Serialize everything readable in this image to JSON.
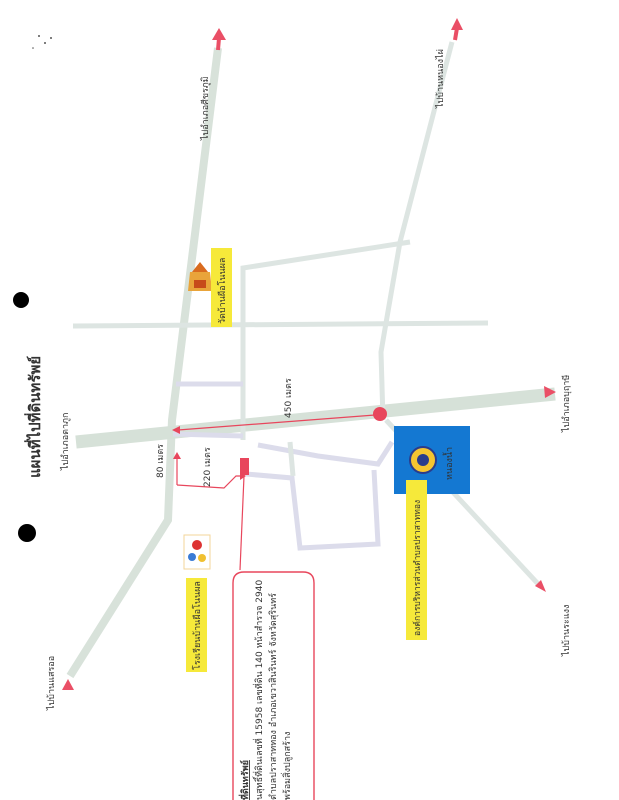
{
  "map": {
    "title": "แผนที่ไปที่ดินทรัพย์",
    "destinations": {
      "top": "ไปอำเภอศีขรภูมิ",
      "top_right": "ไปบ้านหนองไผ่",
      "right": "ไปอำเภอบุฤาษี",
      "bottom_right": "ไปบ้านระแงง",
      "left_bottom": "ไปบ้านแสรออ",
      "left_mid": "ไปอำเภอตาภูก"
    },
    "distances": {
      "d450": "450 เมตร",
      "d80": "80 เมตร",
      "d220": "220 เมตร"
    },
    "places": {
      "temple": "วัดบ้านผือโนนผล",
      "school": "โรงเรียนบ้านผือโนนผล",
      "tao_office": "องค์การบริหารส่วนตำบลปราสาททอง",
      "pond": "หนองน้ำ"
    },
    "info_box": {
      "heading": "ที่ดินทรัพย์",
      "line1": "นสุทธิ์ที่ดินเลขที่ 15958  เลขที่ดิน 140 หน้าสำรวจ 2940",
      "line2": "ตำบลปราสาททอง อำเภอเขวาสินรินทร์ จังหวัดสุรินทร์",
      "line3": "พร้อมสิ่งปลูกสร้าง"
    },
    "colors": {
      "road": "#d8e2da",
      "distance_line": "#e8465c",
      "label_bg": "#f6e93a",
      "pond": "#1478d2"
    }
  }
}
